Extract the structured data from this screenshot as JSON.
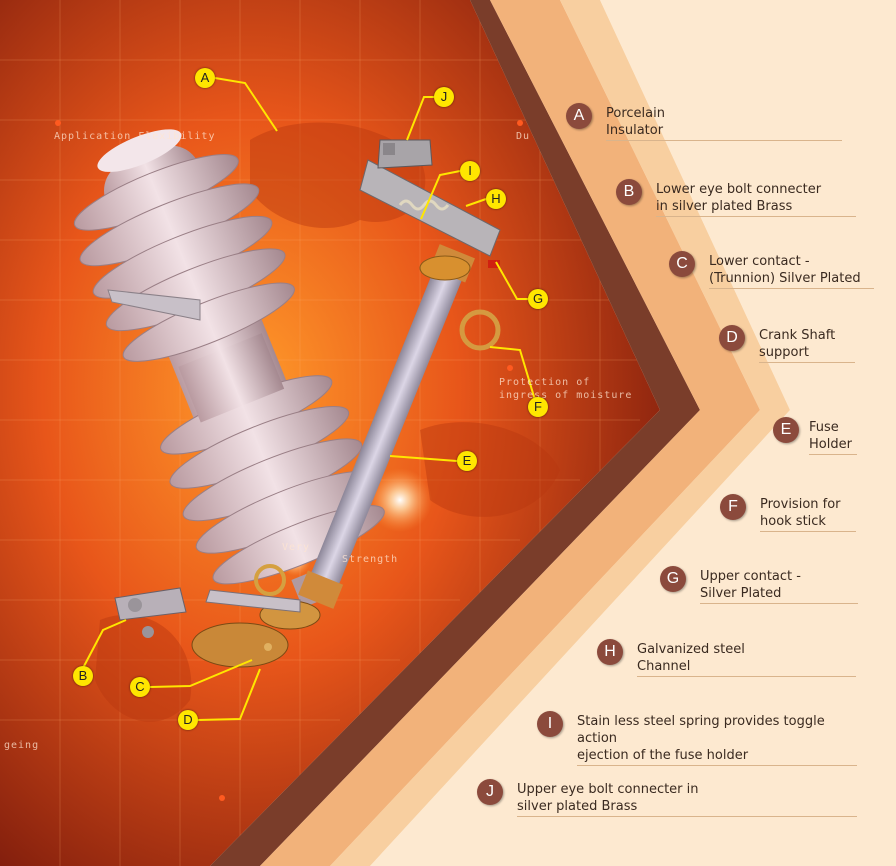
{
  "background_captions": {
    "app_flex": "Application Flexibility",
    "protection_line1": "Protection of",
    "protection_line2": "ingress of moisture",
    "very": "Very",
    "strength_fragment": "Strength",
    "ageing_fragment": "geing",
    "dur_fragment": "Du"
  },
  "colors": {
    "legend_circle": "#8b4a3c",
    "callout_fill": "#ffe600",
    "leader_line": "#ffe600",
    "panel_fill": "#fde9d0",
    "panel_band": "#f2b27a",
    "dark_band": "#7a3d2a"
  },
  "legend": [
    {
      "letter": "A",
      "line1": "Porcelain",
      "line2": "Insulator"
    },
    {
      "letter": "B",
      "line1": "Lower eye bolt connecter",
      "line2": "in silver plated Brass"
    },
    {
      "letter": "C",
      "line1": "Lower contact -",
      "line2": "(Trunnion) Silver Plated"
    },
    {
      "letter": "D",
      "line1": "Crank Shaft",
      "line2": "support"
    },
    {
      "letter": "E",
      "line1": "Fuse",
      "line2": "Holder"
    },
    {
      "letter": "F",
      "line1": "Provision for",
      "line2": "hook stick"
    },
    {
      "letter": "G",
      "line1": "Upper contact -",
      "line2": "Silver Plated"
    },
    {
      "letter": "H",
      "line1": "Galvanized steel",
      "line2": "Channel"
    },
    {
      "letter": "I",
      "line1": "Stain less steel spring provides toggle action",
      "line2": "ejection of the fuse holder"
    },
    {
      "letter": "J",
      "line1": "Upper eye bolt connecter in",
      "line2": "silver plated Brass"
    }
  ],
  "callouts": [
    "A",
    "J",
    "I",
    "H",
    "G",
    "F",
    "E",
    "B",
    "C",
    "D"
  ]
}
